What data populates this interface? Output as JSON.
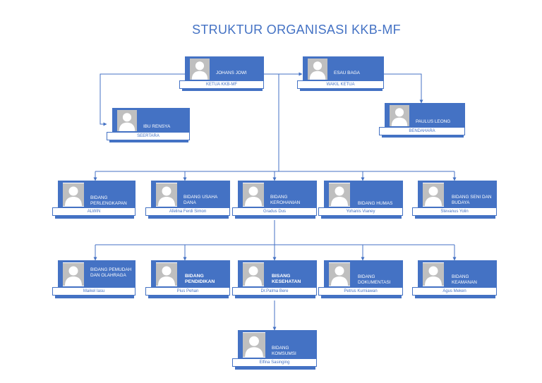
{
  "title": "STRUKTUR ORGANISASI KKB-MF",
  "colors": {
    "accent": "#4472c4",
    "photo_bg": "#bfbfbf",
    "text_on_accent": "#ffffff"
  },
  "icons": {
    "member_photo": "person-silhouette-icon"
  },
  "leaders": {
    "ketua": {
      "role": "JOHANS JOWI",
      "name": "KETUA KKB-MF"
    },
    "wakil": {
      "role": "ESAU BAGA",
      "name": "WAKIL KETUA"
    },
    "sekretaris": {
      "role": "IBU RENSYA",
      "name": "SEERTARA"
    },
    "bendahara": {
      "role": "PAULUS LEONG",
      "name": "BENDAHARA"
    }
  },
  "row1": [
    {
      "role": "BIDANG PERLENGKAPAN",
      "name": "ALWIN"
    },
    {
      "role": "BIDANG USAHA DANA",
      "name": "Afelina Ferdi Simon"
    },
    {
      "role": "BIDANG KEROHANIAN",
      "name": "Gradus Dus"
    },
    {
      "role": "BIDANG HUMAS",
      "name": "Yohanis Vianey"
    },
    {
      "role": "BIDANG SENI DAN BUDAYA",
      "name": "Stevanus Yolin"
    }
  ],
  "row2": [
    {
      "role": "BIDANG PEMUDAH DAN OLAHRAGA",
      "name": "Maikel Iasu"
    },
    {
      "role": "BIDANG PENDIDIKAN",
      "name": "Pius Pehan"
    },
    {
      "role": "BISANG KESEHATAN",
      "name": "Dr.Palma Bere"
    },
    {
      "role": "BIDANG DOKUMENTASI",
      "name": "Petrus Kurniawan"
    },
    {
      "role": "BIDANG KEAMANAN",
      "name": "Agus Meken"
    }
  ],
  "row3": [
    {
      "role": "BIDANG KOMSUMSI",
      "name": "Elfina Sasinging"
    }
  ]
}
